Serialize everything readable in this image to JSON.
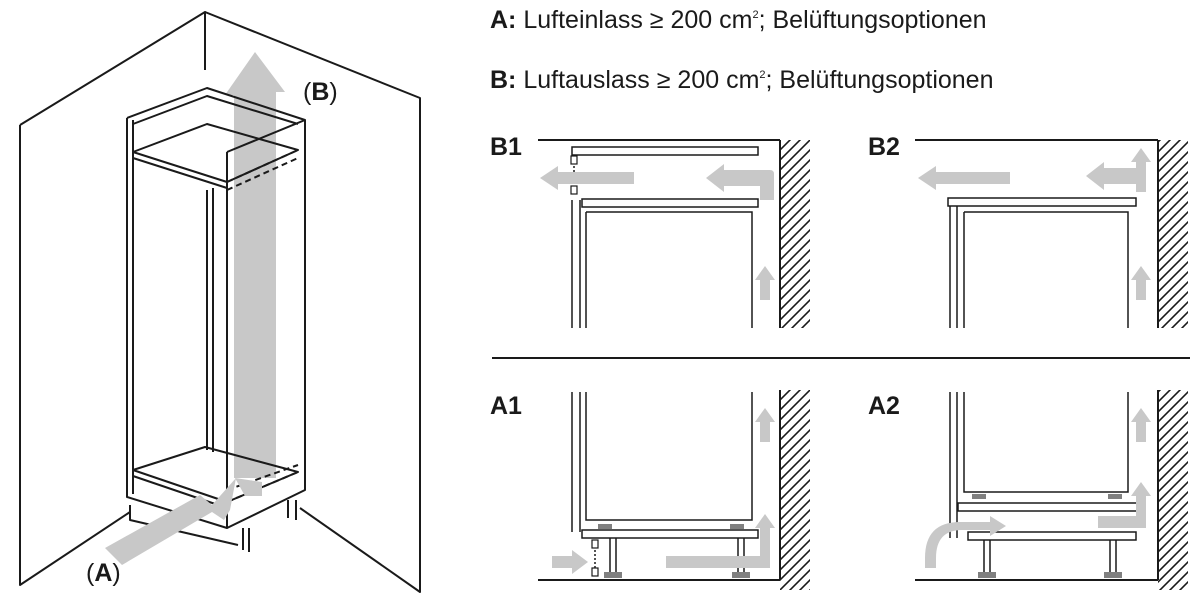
{
  "legend": {
    "a": {
      "key": "A:",
      "text_before": "Lufteinlass ≥ 200 cm",
      "superscript": "2",
      "text_after": "; Belüftungsoptionen"
    },
    "b": {
      "key": "B:",
      "text_before": "Luftauslass ≥ 200 cm",
      "superscript": "2",
      "text_after": "; Belüftungsoptionen"
    }
  },
  "cabinet_labels": {
    "a_open": "(",
    "a_key": "A",
    "a_close": ")",
    "b_open": "(",
    "b_key": "B",
    "b_close": ")"
  },
  "panels": {
    "b1": "B1",
    "b2": "B2",
    "a1": "A1",
    "a2": "A2"
  },
  "colors": {
    "line": "#1a1a1a",
    "arrow": "#c8c8c8",
    "shadow": "#808080"
  }
}
